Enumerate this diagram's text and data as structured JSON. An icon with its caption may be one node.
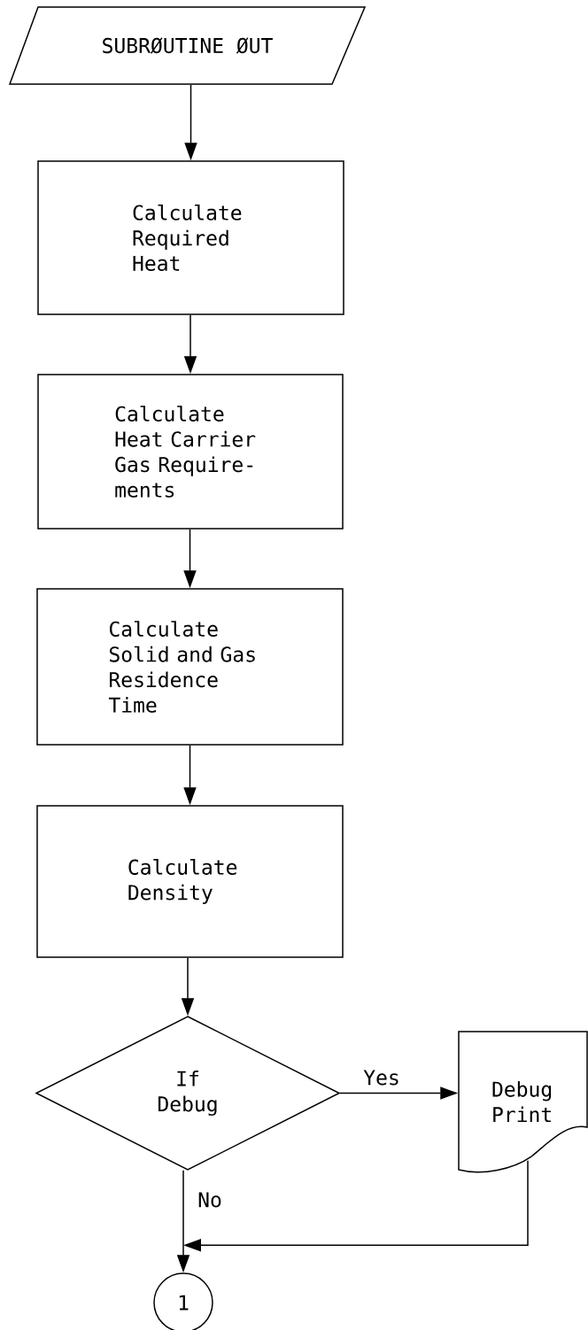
{
  "diagram": {
    "nodes": [
      {
        "text": [
          "SUBRØUTINE ØUT"
        ]
      },
      {
        "text": [
          "Calculate Required Heat"
        ]
      },
      {
        "text": [
          "Calculate Heat Carrier Gas Require- ments"
        ]
      },
      {
        "text": [
          "Calculate Solid and Gas Residence Time"
        ]
      },
      {
        "text": [
          "Calculate Density"
        ]
      },
      {
        "text": [
          "If Debug"
        ]
      },
      {
        "text": [
          "Debug Print"
        ]
      },
      {
        "text": [
          "1"
        ]
      }
    ],
    "edges": [
      {
        "from": 0,
        "to": 1,
        "arrow": "to"
      },
      {
        "from": 1,
        "to": 2,
        "arrow": "to"
      },
      {
        "from": 2,
        "to": 3,
        "arrow": "to"
      },
      {
        "from": 3,
        "to": 4,
        "arrow": "to"
      },
      {
        "from": 4,
        "to": 5,
        "arrow": "to"
      },
      {
        "from": 5,
        "to": 6,
        "arrow": "to",
        "label": "Yes"
      },
      {
        "from": 5,
        "to": 7,
        "arrow": "to",
        "label": "No"
      },
      {
        "from": 6,
        "to": 7,
        "arrow": "to"
      }
    ]
  }
}
